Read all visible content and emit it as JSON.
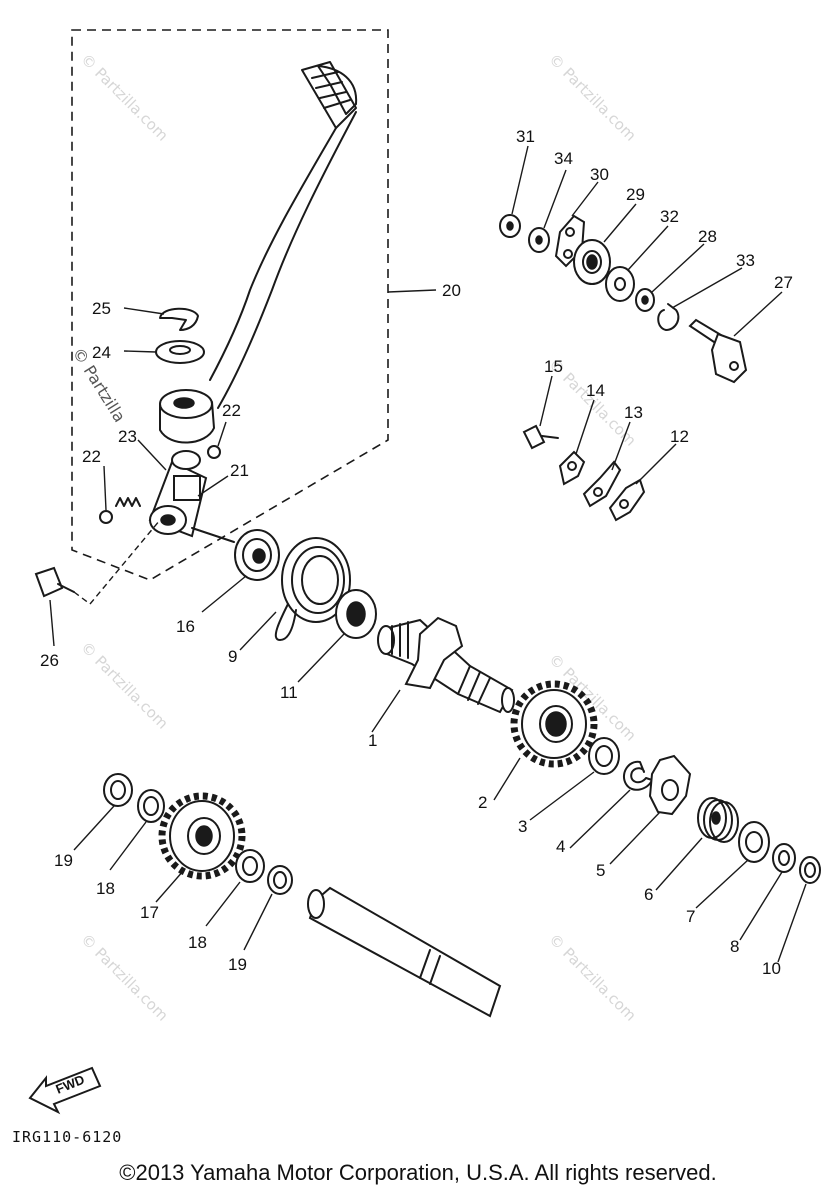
{
  "diagram": {
    "code": "IRG110-6120",
    "fwd_label": "FWD",
    "watermark": "© Partzilla.com",
    "watermark_short": "© Partzilla",
    "callouts": [
      "1",
      "2",
      "3",
      "4",
      "5",
      "6",
      "7",
      "8",
      "9",
      "10",
      "11",
      "12",
      "13",
      "14",
      "15",
      "16",
      "17",
      "18",
      "19",
      "20",
      "21",
      "22",
      "23",
      "24",
      "25",
      "26",
      "27",
      "28",
      "29",
      "30",
      "31",
      "32",
      "33",
      "34"
    ]
  },
  "footer": {
    "copyright": "©2013 Yamaha Motor Corporation, U.S.A. All rights reserved."
  }
}
